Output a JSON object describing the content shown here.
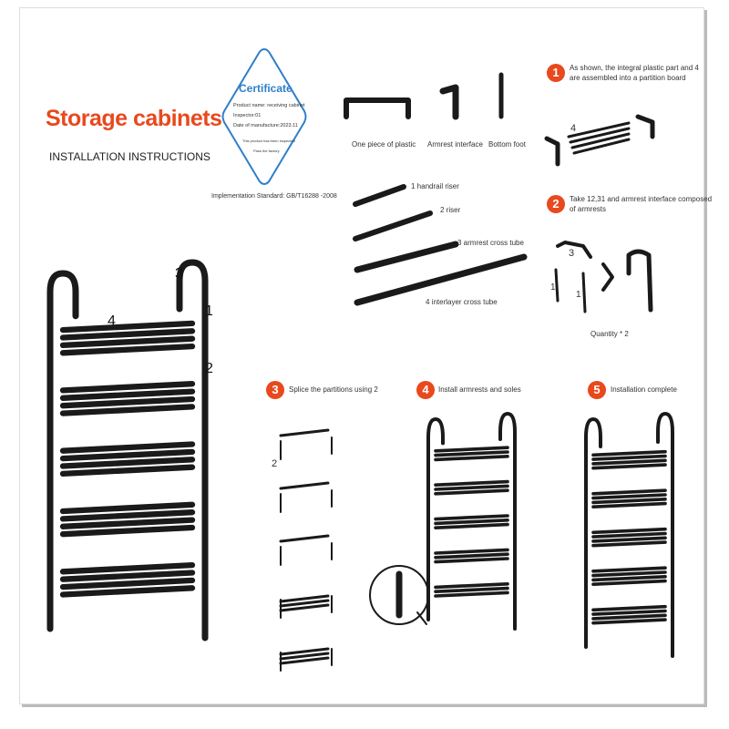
{
  "header": {
    "title": "Storage cabinets",
    "subtitle": "INSTALLATION INSTRUCTIONS"
  },
  "certificate": {
    "title": "Certificate",
    "lines": [
      "Product name: receiving cabinet",
      "Inspector:01",
      "Date of manufacture:2023.11",
      "This product has been inspected",
      "Pass the factory"
    ],
    "standard": "Implementation Standard: GB/T16288 -2008",
    "color": "#2f7fc8"
  },
  "main_figure": {
    "callouts": [
      "1",
      "2",
      "3",
      "4"
    ]
  },
  "parts": {
    "fittings": [
      "One piece of plastic",
      "Armrest interface",
      "Bottom foot"
    ],
    "tubes": [
      "1 handrail riser",
      "2 riser",
      "3 armrest cross tube",
      "4 interlayer cross tube"
    ]
  },
  "steps": [
    {
      "number": "1",
      "text": [
        "As shown, the integral plastic part and 4",
        "are assembled into a partition board"
      ],
      "label": "4"
    },
    {
      "number": "2",
      "text": [
        "Take 12,31 and armrest interface composed",
        "of armrests"
      ],
      "label": "3",
      "labels2": [
        "1",
        "1"
      ],
      "quantity": "Quantity * 2"
    },
    {
      "number": "3",
      "text": [
        "Splice the partitions using 2"
      ],
      "label": "2"
    },
    {
      "number": "4",
      "text": [
        "Install armrests and soles"
      ]
    },
    {
      "number": "5",
      "text": [
        "Installation complete"
      ]
    }
  ],
  "colors": {
    "accent": "#e8491d",
    "ink": "#1a1a1a"
  }
}
